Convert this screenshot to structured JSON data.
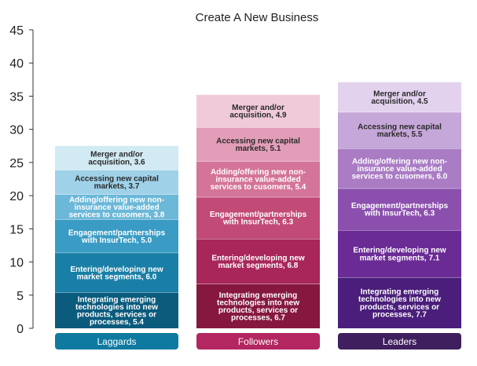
{
  "chart_data": {
    "type": "bar",
    "stacked": true,
    "title": "Create A New Business",
    "xlabel": "",
    "ylabel": "",
    "ylim": [
      0,
      45
    ],
    "yticks": [
      0,
      5,
      10,
      15,
      20,
      25,
      30,
      35,
      40,
      45
    ],
    "grid": false,
    "categories": [
      "Laggards",
      "Followers",
      "Leaders"
    ],
    "category_colors": [
      "#0e7aa0",
      "#b3265f",
      "#3f1f5e"
    ],
    "segment_colors": [
      [
        "#0b5b7d",
        "#1a7fa6",
        "#3a9cc4",
        "#6bb8d8",
        "#9fd1e8",
        "#d2eaf4"
      ],
      [
        "#86183f",
        "#a8265a",
        "#c24a77",
        "#d47499",
        "#e29eb9",
        "#f0cad9"
      ],
      [
        "#4a1e7a",
        "#6a2b95",
        "#8b50ad",
        "#a97cc4",
        "#c6a7d9",
        "#e2d2ee"
      ]
    ],
    "series": [
      {
        "segment_text": "Integrating emerging technologies into new products, services or processes",
        "values": [
          5.4,
          6.7,
          7.7
        ]
      },
      {
        "segment_text": "Entering/developing new market segments",
        "values": [
          6.0,
          6.8,
          7.1
        ]
      },
      {
        "segment_text": "Engagement/partnerships with InsurTech",
        "values": [
          5.0,
          6.3,
          6.3
        ]
      },
      {
        "segment_text": "Adding/offering new non-insurance value-added services to cusomers",
        "values": [
          3.8,
          5.4,
          6.0
        ]
      },
      {
        "segment_text": "Accessing new capital markets",
        "values": [
          3.7,
          5.1,
          5.5
        ]
      },
      {
        "segment_text": "Merger and/or acquisition",
        "values": [
          3.6,
          4.9,
          4.5
        ]
      }
    ],
    "segment_labels": [
      [
        [
          "Integrating emerging",
          "technologies into new",
          "products, services or",
          "processes, 5.4"
        ],
        [
          "Entering/developing new",
          "market segments, 6.0"
        ],
        [
          "Engagement/partnerships",
          "with InsurTech, 5.0"
        ],
        [
          "Adding/offering new non-",
          "insurance value-added",
          "services to cusomers, 3.8"
        ],
        [
          "Accessing new capital",
          "markets, 3.7"
        ],
        [
          "Merger and/or",
          "acquisition, 3.6"
        ]
      ],
      [
        [
          "Integrating emerging",
          "technologies into new",
          "products, services or",
          "processes, 6.7"
        ],
        [
          "Entering/developing new",
          "market segments, 6.8"
        ],
        [
          "Engagement/partnerships",
          "with InsurTech, 6.3"
        ],
        [
          "Adding/offering new non-",
          "insurance value-added",
          "services to cusomers, 5.4"
        ],
        [
          "Accessing new capital",
          "markets, 5.1"
        ],
        [
          "Merger and/or",
          "acquisition, 4.9"
        ]
      ],
      [
        [
          "Integrating emerging",
          "technologies into new",
          "products, services or",
          "processes, 7.7"
        ],
        [
          "Entering/developing new",
          "market segments, 7.1"
        ],
        [
          "Engagement/partnerships",
          "with InsurTech, 6.3"
        ],
        [
          "Adding/offering new non-",
          "insurance value-added",
          "services to cusomers, 6.0"
        ],
        [
          "Accessing new capital",
          "markets, 5.5"
        ],
        [
          "Merger and/or",
          "acquisition, 4.5"
        ]
      ]
    ]
  }
}
